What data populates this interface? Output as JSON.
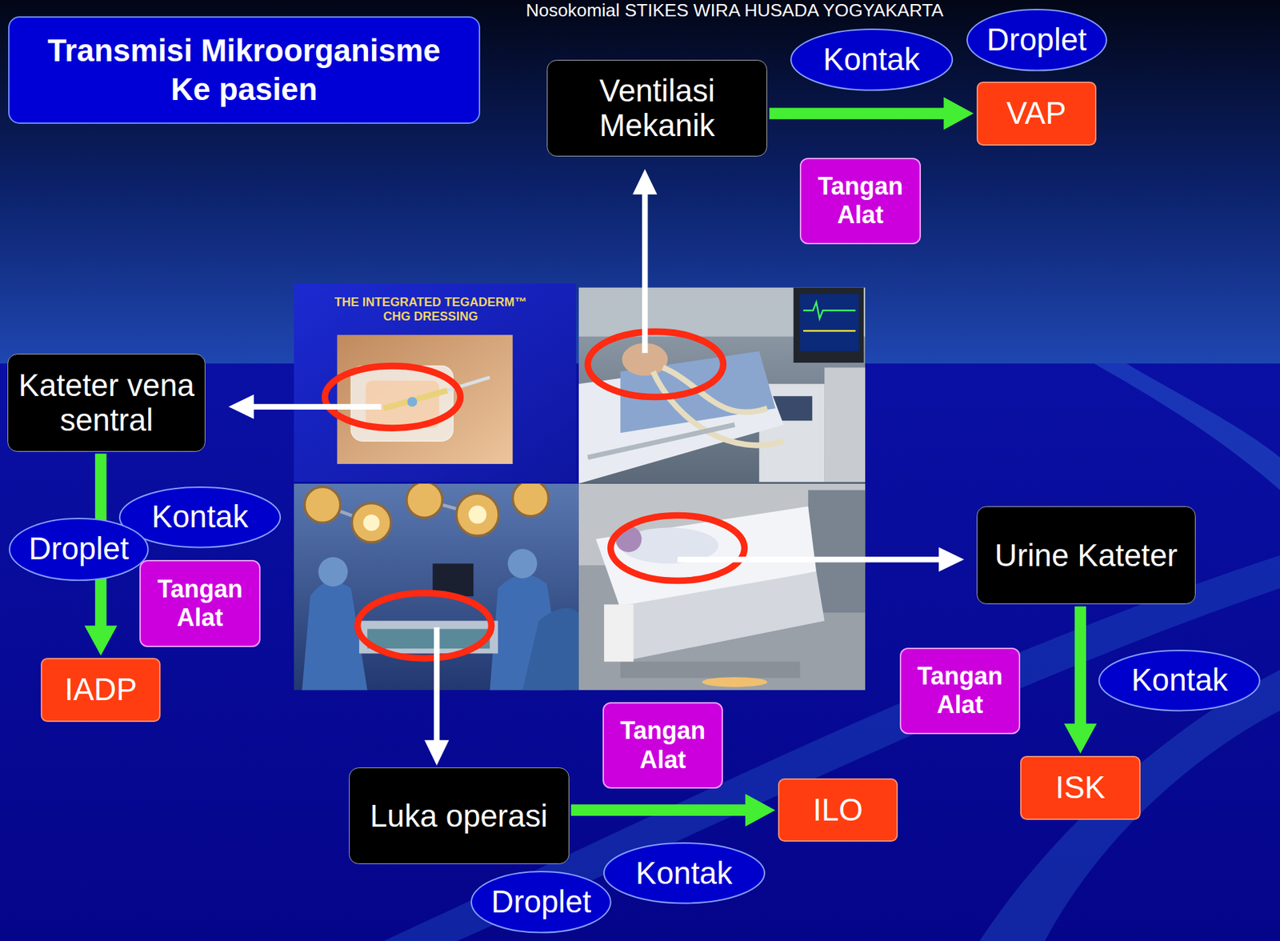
{
  "diagram": {
    "title": "Transmisi Mikroorganisme Ke pasien",
    "nodes": [
      {
        "text": [
          "Ventilasi Mekanik"
        ]
      },
      {
        "text": [
          "Kontak"
        ]
      },
      {
        "text": [
          "Droplet"
        ]
      },
      {
        "text": [
          "VAP"
        ]
      },
      {
        "text": [
          "Tangan Alat"
        ]
      },
      {
        "text": [
          "Kateter vena sentral"
        ]
      },
      {
        "text": [
          "Kontak"
        ]
      },
      {
        "text": [
          "Droplet"
        ]
      },
      {
        "text": [
          "Tangan Alat"
        ]
      },
      {
        "text": [
          "IADP"
        ]
      },
      {
        "text": [
          "Urine Kateter"
        ]
      },
      {
        "text": [
          "Tangan Alat"
        ]
      },
      {
        "text": [
          "Kontak"
        ]
      },
      {
        "text": [
          "ISK"
        ]
      },
      {
        "text": [
          "Tangan Alat"
        ]
      },
      {
        "text": [
          "Luka operasi"
        ]
      },
      {
        "text": [
          "ILO"
        ]
      },
      {
        "text": [
          "Kontak"
        ]
      },
      {
        "text": [
          "Droplet"
        ]
      }
    ],
    "edges": [
      {
        "from": 0,
        "to": 3,
        "arrow": "to"
      },
      {
        "from": 5,
        "to": 9,
        "arrow": "to"
      },
      {
        "from": 10,
        "to": 13,
        "arrow": "to"
      },
      {
        "from": 15,
        "to": 16,
        "arrow": "to"
      }
    ],
    "labels": [
      "Nosokomial STIKES WIRA HUSADA YOGYAKARTA",
      "THE INTEGRATED TEGADERM™ CHG DRESSING"
    ]
  }
}
